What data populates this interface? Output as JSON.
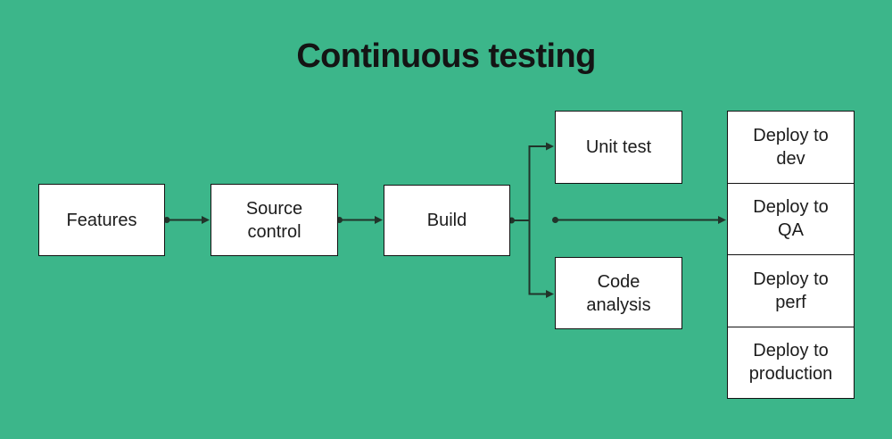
{
  "title": "Continuous testing",
  "colors": {
    "background": "#3cb68a",
    "box-fill": "#ffffff",
    "box-border": "#121212",
    "ink": "#1c1c1c",
    "title-ink": "#141414",
    "line": "#21342a"
  },
  "nodes": {
    "features": {
      "label": "Features"
    },
    "source_control": {
      "label": "Source control"
    },
    "build": {
      "label": "Build"
    },
    "unit_test": {
      "label": "Unit test"
    },
    "code_analysis": {
      "label": "Code analysis"
    },
    "deploy_dev": {
      "label": "Deploy to dev"
    },
    "deploy_qa": {
      "label": "Deploy to QA"
    },
    "deploy_perf": {
      "label": "Deploy to perf"
    },
    "deploy_production": {
      "label": "Deploy to production"
    }
  },
  "edges": [
    {
      "from": "Features",
      "to": "Source control"
    },
    {
      "from": "Source control",
      "to": "Build"
    },
    {
      "from": "Build",
      "to": "Unit test"
    },
    {
      "from": "Build",
      "to": "Code analysis"
    },
    {
      "from": "Build",
      "to": "Deploy to QA"
    }
  ]
}
